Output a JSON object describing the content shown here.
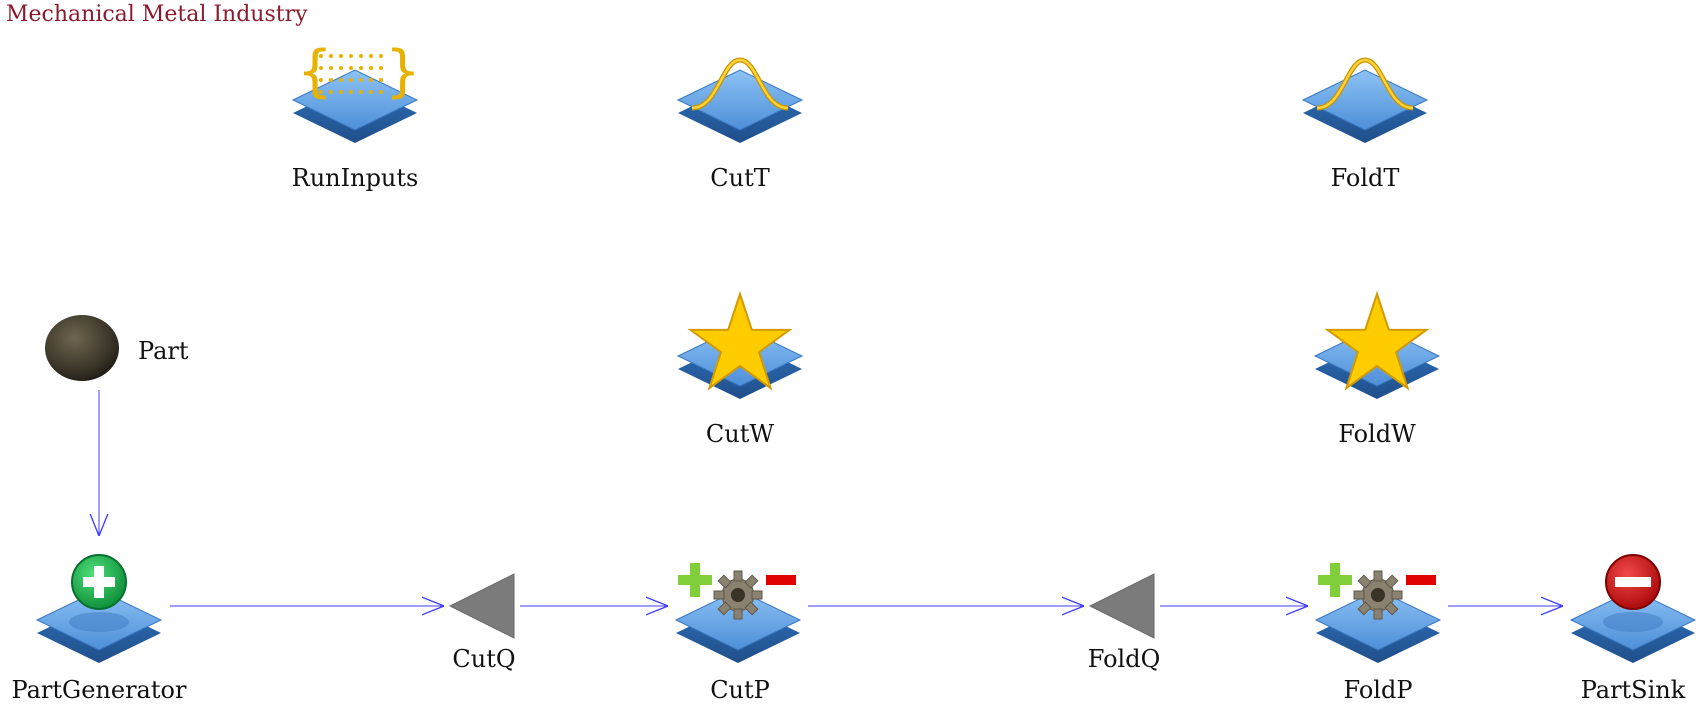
{
  "title": "Mechanical Metal Industry",
  "nodes": {
    "run_inputs": "RunInputs",
    "cut_t": "CutT",
    "fold_t": "FoldT",
    "part": "Part",
    "cut_w": "CutW",
    "fold_w": "FoldW",
    "part_generator": "PartGenerator",
    "cut_q": "CutQ",
    "cut_p": "CutP",
    "fold_q": "FoldQ",
    "fold_p": "FoldP",
    "part_sink": "PartSink"
  },
  "icons": {
    "run_inputs": "matrix-brace-icon",
    "cut_t": "distribution-curve-icon",
    "fold_t": "distribution-curve-icon",
    "part": "entity-sphere-icon",
    "cut_w": "star-icon",
    "fold_w": "star-icon",
    "part_generator": "generator-plus-icon",
    "cut_q": "queue-triangle-icon",
    "cut_p": "process-gear-icon",
    "fold_q": "queue-triangle-icon",
    "fold_p": "process-gear-icon",
    "part_sink": "sink-minus-icon"
  },
  "colors": {
    "title": "#8b1a2e",
    "platform": "#5a9be0",
    "connector": "#3c3cff",
    "queue": "#7b7b7b",
    "star": "#ffcc00",
    "curve": "#e8b200",
    "generator": "#17a84a",
    "sink": "#d0101a",
    "gear": "#8a8270",
    "plus": "#7fce3a",
    "minus": "#e00000"
  }
}
